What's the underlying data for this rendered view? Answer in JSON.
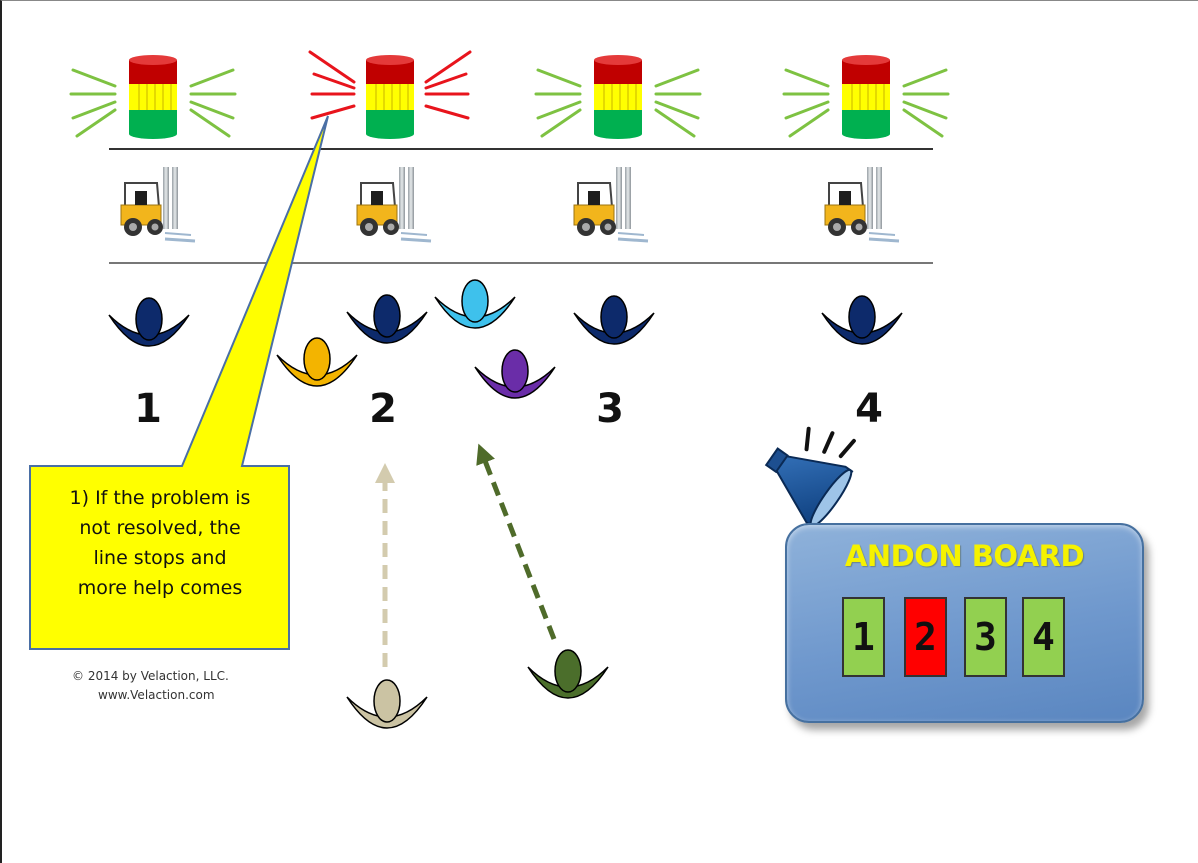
{
  "stations": [
    {
      "number": "1",
      "light": "green"
    },
    {
      "number": "2",
      "light": "red"
    },
    {
      "number": "3",
      "light": "green"
    },
    {
      "number": "4",
      "light": "green"
    }
  ],
  "callout": {
    "lines": [
      "1) If the problem is",
      "not resolved, the",
      "line stops and",
      "more help comes"
    ]
  },
  "credit": {
    "line1": "© 2014  by Velaction, LLC.",
    "line2": "www.Velaction.com"
  },
  "andon_board": {
    "title": "ANDON BOARD",
    "tiles": [
      {
        "label": "1",
        "color": "#92d050"
      },
      {
        "label": "2",
        "color": "#ff0000"
      },
      {
        "label": "3",
        "color": "#92d050"
      },
      {
        "label": "4",
        "color": "#92d050"
      }
    ]
  },
  "colors": {
    "signal_green": "#7ec242",
    "signal_red": "#e8141c",
    "light_red": "#c00000",
    "light_yellow": "#ffff00",
    "light_green": "#00b050",
    "operator": "#0d2a6b",
    "callout_fill": "#ffff00",
    "callout_border": "#4a6fa5",
    "board_title": "#f5f200"
  },
  "helpers": [
    {
      "name": "yellow-helper",
      "color": "#f3b400"
    },
    {
      "name": "light-blue-helper",
      "color": "#3ec1ec"
    },
    {
      "name": "purple-helper",
      "color": "#6a2da8"
    },
    {
      "name": "tan-helper",
      "color": "#cbc3a3"
    },
    {
      "name": "olive-helper",
      "color": "#4b6e2b"
    }
  ],
  "icons": [
    "andon-light-icon",
    "forklift-icon",
    "person-icon",
    "megaphone-icon",
    "arrow-icon"
  ]
}
